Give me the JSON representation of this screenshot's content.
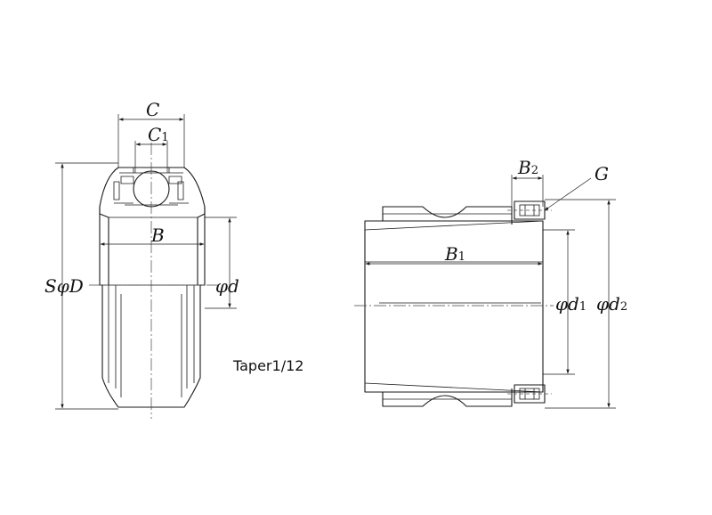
{
  "labels": {
    "c": "C",
    "c1_main": "C",
    "c1_sub": "1",
    "b": "B",
    "sd": "SφD",
    "d": "φd",
    "taper": "Taper1/12",
    "b2_main": "B",
    "b2_sub": "2",
    "g": "G",
    "b1_main": "B",
    "b1_sub": "1",
    "d1_main": "φd",
    "d1_sub": "1",
    "d2_main": "φd",
    "d2_sub": "2"
  }
}
